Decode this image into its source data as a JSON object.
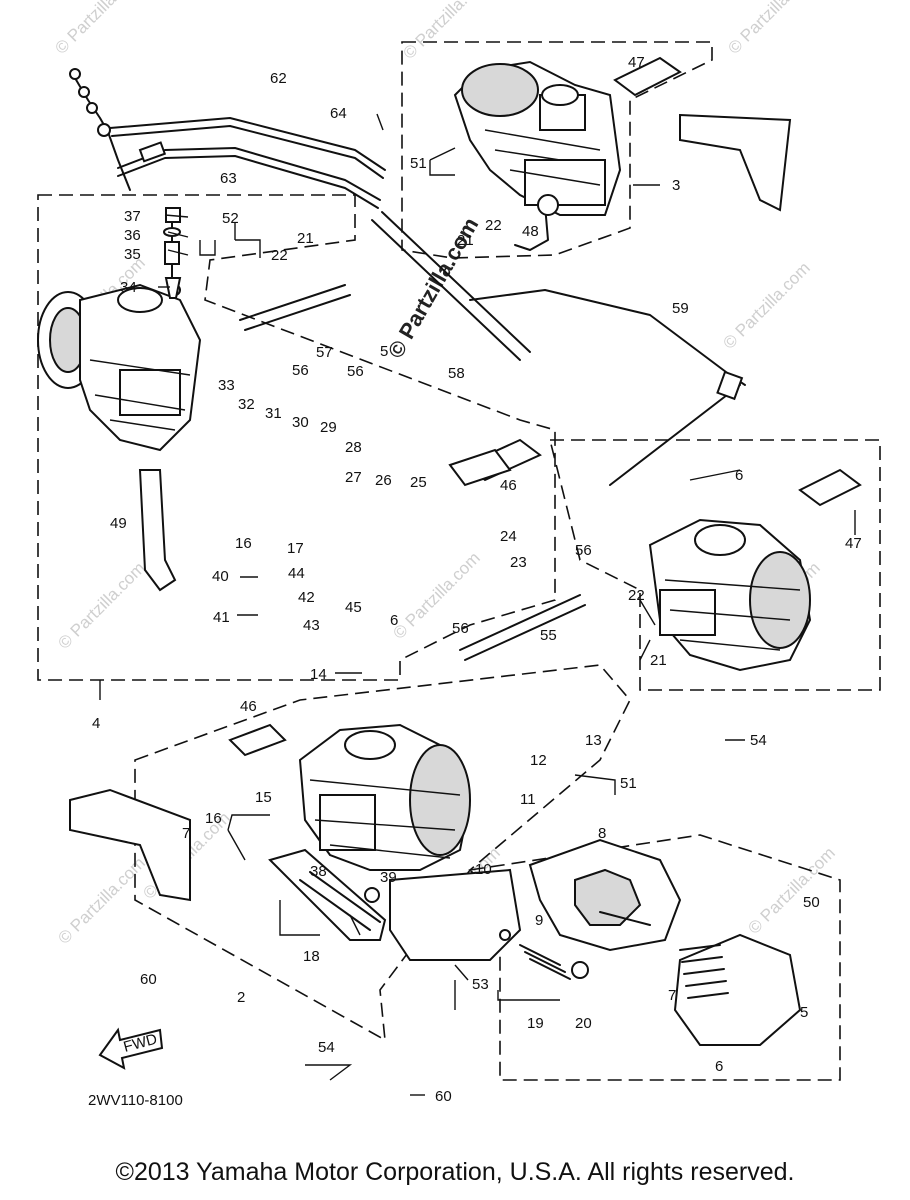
{
  "diagram_code": "2WV110-8100",
  "fwd_label": "FWD",
  "watermark": "© Partzilla.com",
  "copyright": "©2013 Yamaha Motor Corporation, U.S.A. All rights reserved.",
  "callouts": [
    {
      "id": "62",
      "text": "62"
    },
    {
      "id": "63",
      "text": "63"
    },
    {
      "id": "64",
      "text": "64"
    },
    {
      "id": "47a",
      "text": "47"
    },
    {
      "id": "51a",
      "text": "51"
    },
    {
      "id": "3",
      "text": "3"
    },
    {
      "id": "21a",
      "text": "21"
    },
    {
      "id": "22a",
      "text": "22"
    },
    {
      "id": "48",
      "text": "48"
    },
    {
      "id": "37",
      "text": "37"
    },
    {
      "id": "36",
      "text": "36"
    },
    {
      "id": "35",
      "text": "35"
    },
    {
      "id": "34",
      "text": "34"
    },
    {
      "id": "52",
      "text": "52"
    },
    {
      "id": "22b",
      "text": "22"
    },
    {
      "id": "21b",
      "text": "21"
    },
    {
      "id": "5a",
      "text": "5"
    },
    {
      "id": "59",
      "text": "59"
    },
    {
      "id": "57",
      "text": "57"
    },
    {
      "id": "56a",
      "text": "56"
    },
    {
      "id": "56b",
      "text": "56"
    },
    {
      "id": "58",
      "text": "58"
    },
    {
      "id": "33",
      "text": "33"
    },
    {
      "id": "32",
      "text": "32"
    },
    {
      "id": "31",
      "text": "31"
    },
    {
      "id": "30",
      "text": "30"
    },
    {
      "id": "29",
      "text": "29"
    },
    {
      "id": "28",
      "text": "28"
    },
    {
      "id": "27",
      "text": "27"
    },
    {
      "id": "26",
      "text": "26"
    },
    {
      "id": "25",
      "text": "25"
    },
    {
      "id": "46a",
      "text": "46"
    },
    {
      "id": "6a",
      "text": "6"
    },
    {
      "id": "49",
      "text": "49"
    },
    {
      "id": "16a",
      "text": "16"
    },
    {
      "id": "17",
      "text": "17"
    },
    {
      "id": "47b",
      "text": "47"
    },
    {
      "id": "24",
      "text": "24"
    },
    {
      "id": "23",
      "text": "23"
    },
    {
      "id": "56c",
      "text": "56"
    },
    {
      "id": "40",
      "text": "40"
    },
    {
      "id": "44",
      "text": "44"
    },
    {
      "id": "42",
      "text": "42"
    },
    {
      "id": "45",
      "text": "45"
    },
    {
      "id": "6b",
      "text": "6"
    },
    {
      "id": "41",
      "text": "41"
    },
    {
      "id": "43",
      "text": "43"
    },
    {
      "id": "22c",
      "text": "22"
    },
    {
      "id": "55",
      "text": "55"
    },
    {
      "id": "56d",
      "text": "56"
    },
    {
      "id": "21c",
      "text": "21"
    },
    {
      "id": "14",
      "text": "14"
    },
    {
      "id": "4",
      "text": "4"
    },
    {
      "id": "46b",
      "text": "46"
    },
    {
      "id": "13",
      "text": "13"
    },
    {
      "id": "54a",
      "text": "54"
    },
    {
      "id": "12",
      "text": "12"
    },
    {
      "id": "51b",
      "text": "51"
    },
    {
      "id": "15",
      "text": "15"
    },
    {
      "id": "11",
      "text": "11"
    },
    {
      "id": "7a",
      "text": "7"
    },
    {
      "id": "16b",
      "text": "16"
    },
    {
      "id": "8",
      "text": "8"
    },
    {
      "id": "38",
      "text": "38"
    },
    {
      "id": "10",
      "text": "10"
    },
    {
      "id": "39",
      "text": "39"
    },
    {
      "id": "9",
      "text": "9"
    },
    {
      "id": "50",
      "text": "50"
    },
    {
      "id": "18",
      "text": "18"
    },
    {
      "id": "60a",
      "text": "60"
    },
    {
      "id": "2",
      "text": "2"
    },
    {
      "id": "53",
      "text": "53"
    },
    {
      "id": "19",
      "text": "19"
    },
    {
      "id": "20",
      "text": "20"
    },
    {
      "id": "7b",
      "text": "7"
    },
    {
      "id": "5b",
      "text": "5"
    },
    {
      "id": "54b",
      "text": "54"
    },
    {
      "id": "6c",
      "text": "6"
    },
    {
      "id": "60b",
      "text": "60"
    }
  ]
}
